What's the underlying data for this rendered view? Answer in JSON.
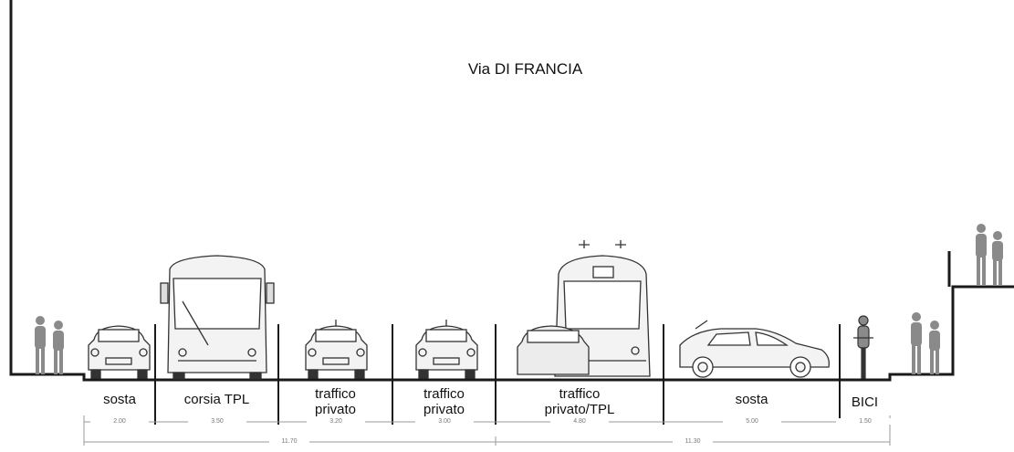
{
  "title": "Via DI FRANCIA",
  "lanes": [
    {
      "label": "sosta",
      "width": "2.00"
    },
    {
      "label": "corsia TPL",
      "width": "3.50"
    },
    {
      "label": "traffico\nprivato",
      "width": "3.20"
    },
    {
      "label": "traffico\nprivato",
      "width": "3.00"
    },
    {
      "label": "traffico\nprivato/TPL",
      "width": "4.80"
    },
    {
      "label": "sosta",
      "width": "5.00"
    },
    {
      "label": "BICI",
      "width": "1.50"
    }
  ],
  "totals": [
    "11.70",
    "11.30"
  ],
  "colors": {
    "line": "#1a1a1a",
    "figure": "#8a8a8a",
    "dim": "#9a9a9a"
  }
}
